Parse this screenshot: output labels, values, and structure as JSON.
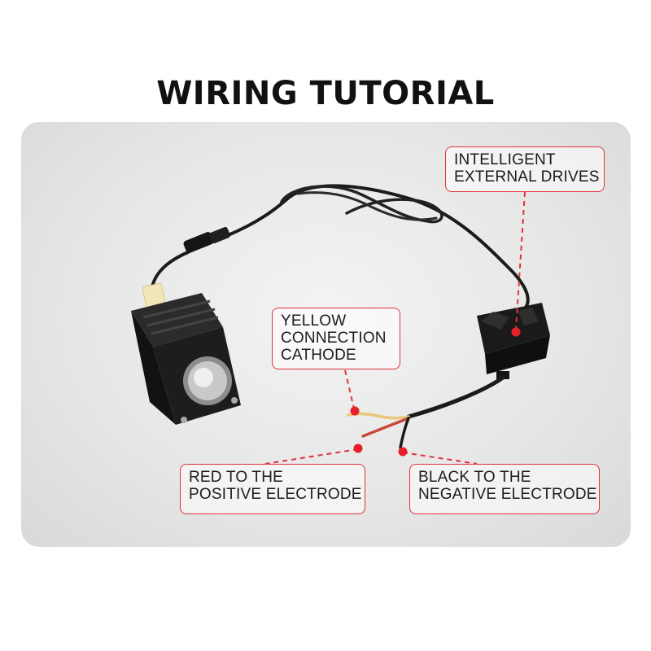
{
  "title": "WIRING TUTORIAL",
  "callouts": {
    "drives": {
      "line1": "INTELLIGENT",
      "line2": "EXTERNAL DRIVES"
    },
    "yellow": {
      "line1": "YELLOW",
      "line2": "CONNECTION",
      "line3": "CATHODE"
    },
    "red": {
      "line1": "RED TO THE",
      "line2": "POSITIVE ELECTRODE"
    },
    "black": {
      "line1": "BLACK TO THE",
      "line2": "NEGATIVE ELECTRODE"
    }
  },
  "colors": {
    "accent": "#e0323a",
    "background": "#e7e7e7",
    "wire_yellow": "#e7c77a",
    "wire_red": "#c9473c",
    "wire_black": "#1a1a1a"
  }
}
